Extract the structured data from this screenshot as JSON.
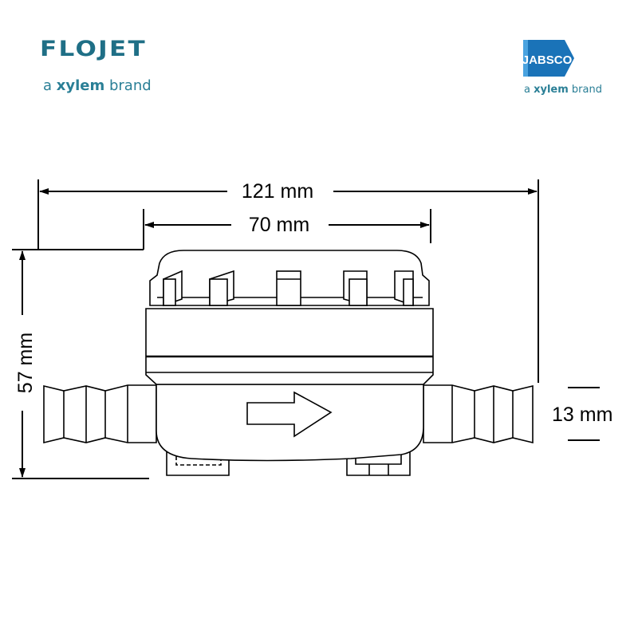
{
  "logos": {
    "left": {
      "name": "FLOJET",
      "tagline_pre": "a ",
      "tagline_bold": "xylem",
      "tagline_post": " brand",
      "color": "#1f6f86"
    },
    "right": {
      "name": "JABSCO",
      "tagline_pre": "a ",
      "tagline_bold": "xylem",
      "tagline_post": " brand",
      "color": "#1a73b8"
    }
  },
  "dimensions": {
    "overall_length": "121 mm",
    "body_width": "70 mm",
    "height": "57 mm",
    "hose_diameter": "13 mm"
  },
  "flow_direction": "right"
}
